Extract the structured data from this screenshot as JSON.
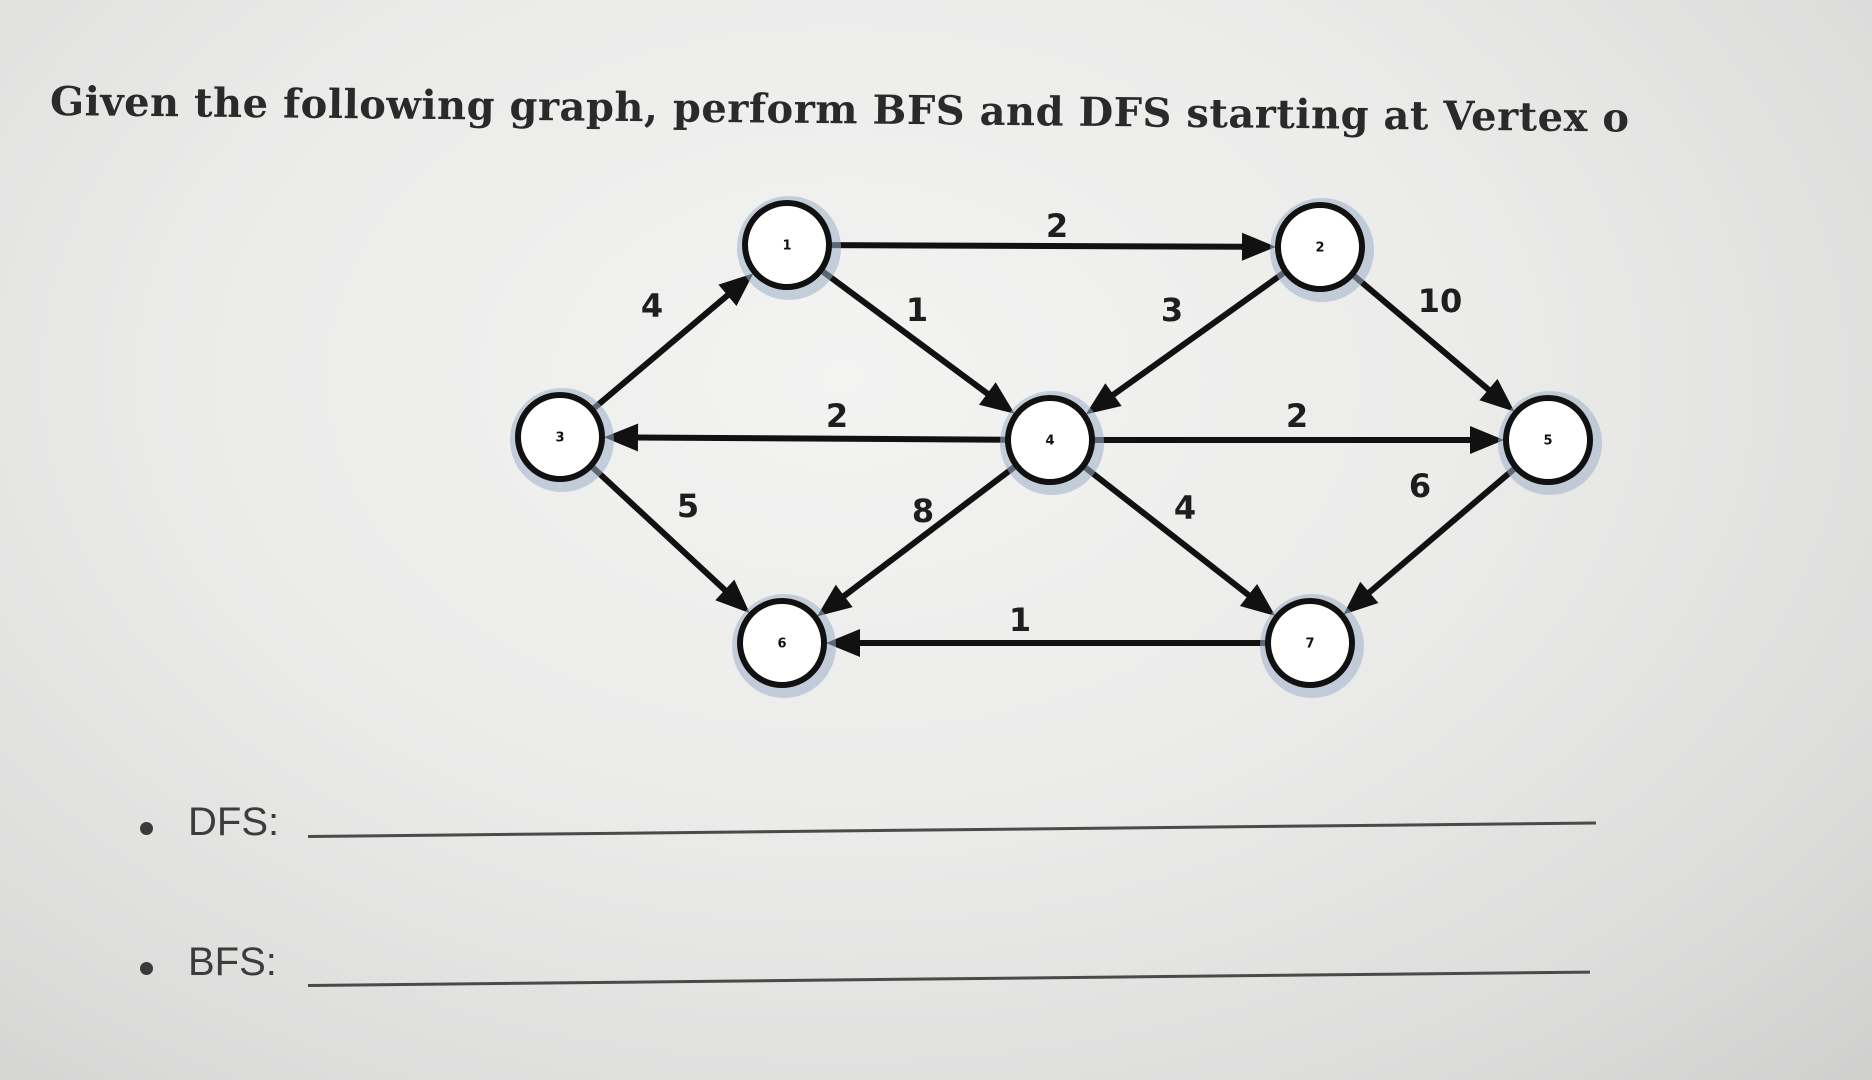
{
  "question": {
    "text": "Given the following graph, perform BFS and DFS starting at Vertex o"
  },
  "graph": {
    "nodes": [
      {
        "id": "1",
        "label": "1"
      },
      {
        "id": "2",
        "label": "2"
      },
      {
        "id": "3",
        "label": "3"
      },
      {
        "id": "4",
        "label": "4"
      },
      {
        "id": "5",
        "label": "5"
      },
      {
        "id": "6",
        "label": "6"
      },
      {
        "id": "7",
        "label": "7"
      }
    ],
    "edges": [
      {
        "from": "3",
        "to": "1",
        "weight": "4"
      },
      {
        "from": "1",
        "to": "2",
        "weight": "2"
      },
      {
        "from": "1",
        "to": "4",
        "weight": "1"
      },
      {
        "from": "2",
        "to": "4",
        "weight": "3"
      },
      {
        "from": "2",
        "to": "5",
        "weight": "10"
      },
      {
        "from": "4",
        "to": "3",
        "weight": "2"
      },
      {
        "from": "4",
        "to": "5",
        "weight": "2"
      },
      {
        "from": "3",
        "to": "6",
        "weight": "5"
      },
      {
        "from": "4",
        "to": "6",
        "weight": "8"
      },
      {
        "from": "4",
        "to": "7",
        "weight": "4"
      },
      {
        "from": "5",
        "to": "7",
        "weight": "6"
      },
      {
        "from": "7",
        "to": "6",
        "weight": "1"
      }
    ]
  },
  "answers": {
    "dfs_label": "DFS:",
    "bfs_label": "BFS:"
  }
}
